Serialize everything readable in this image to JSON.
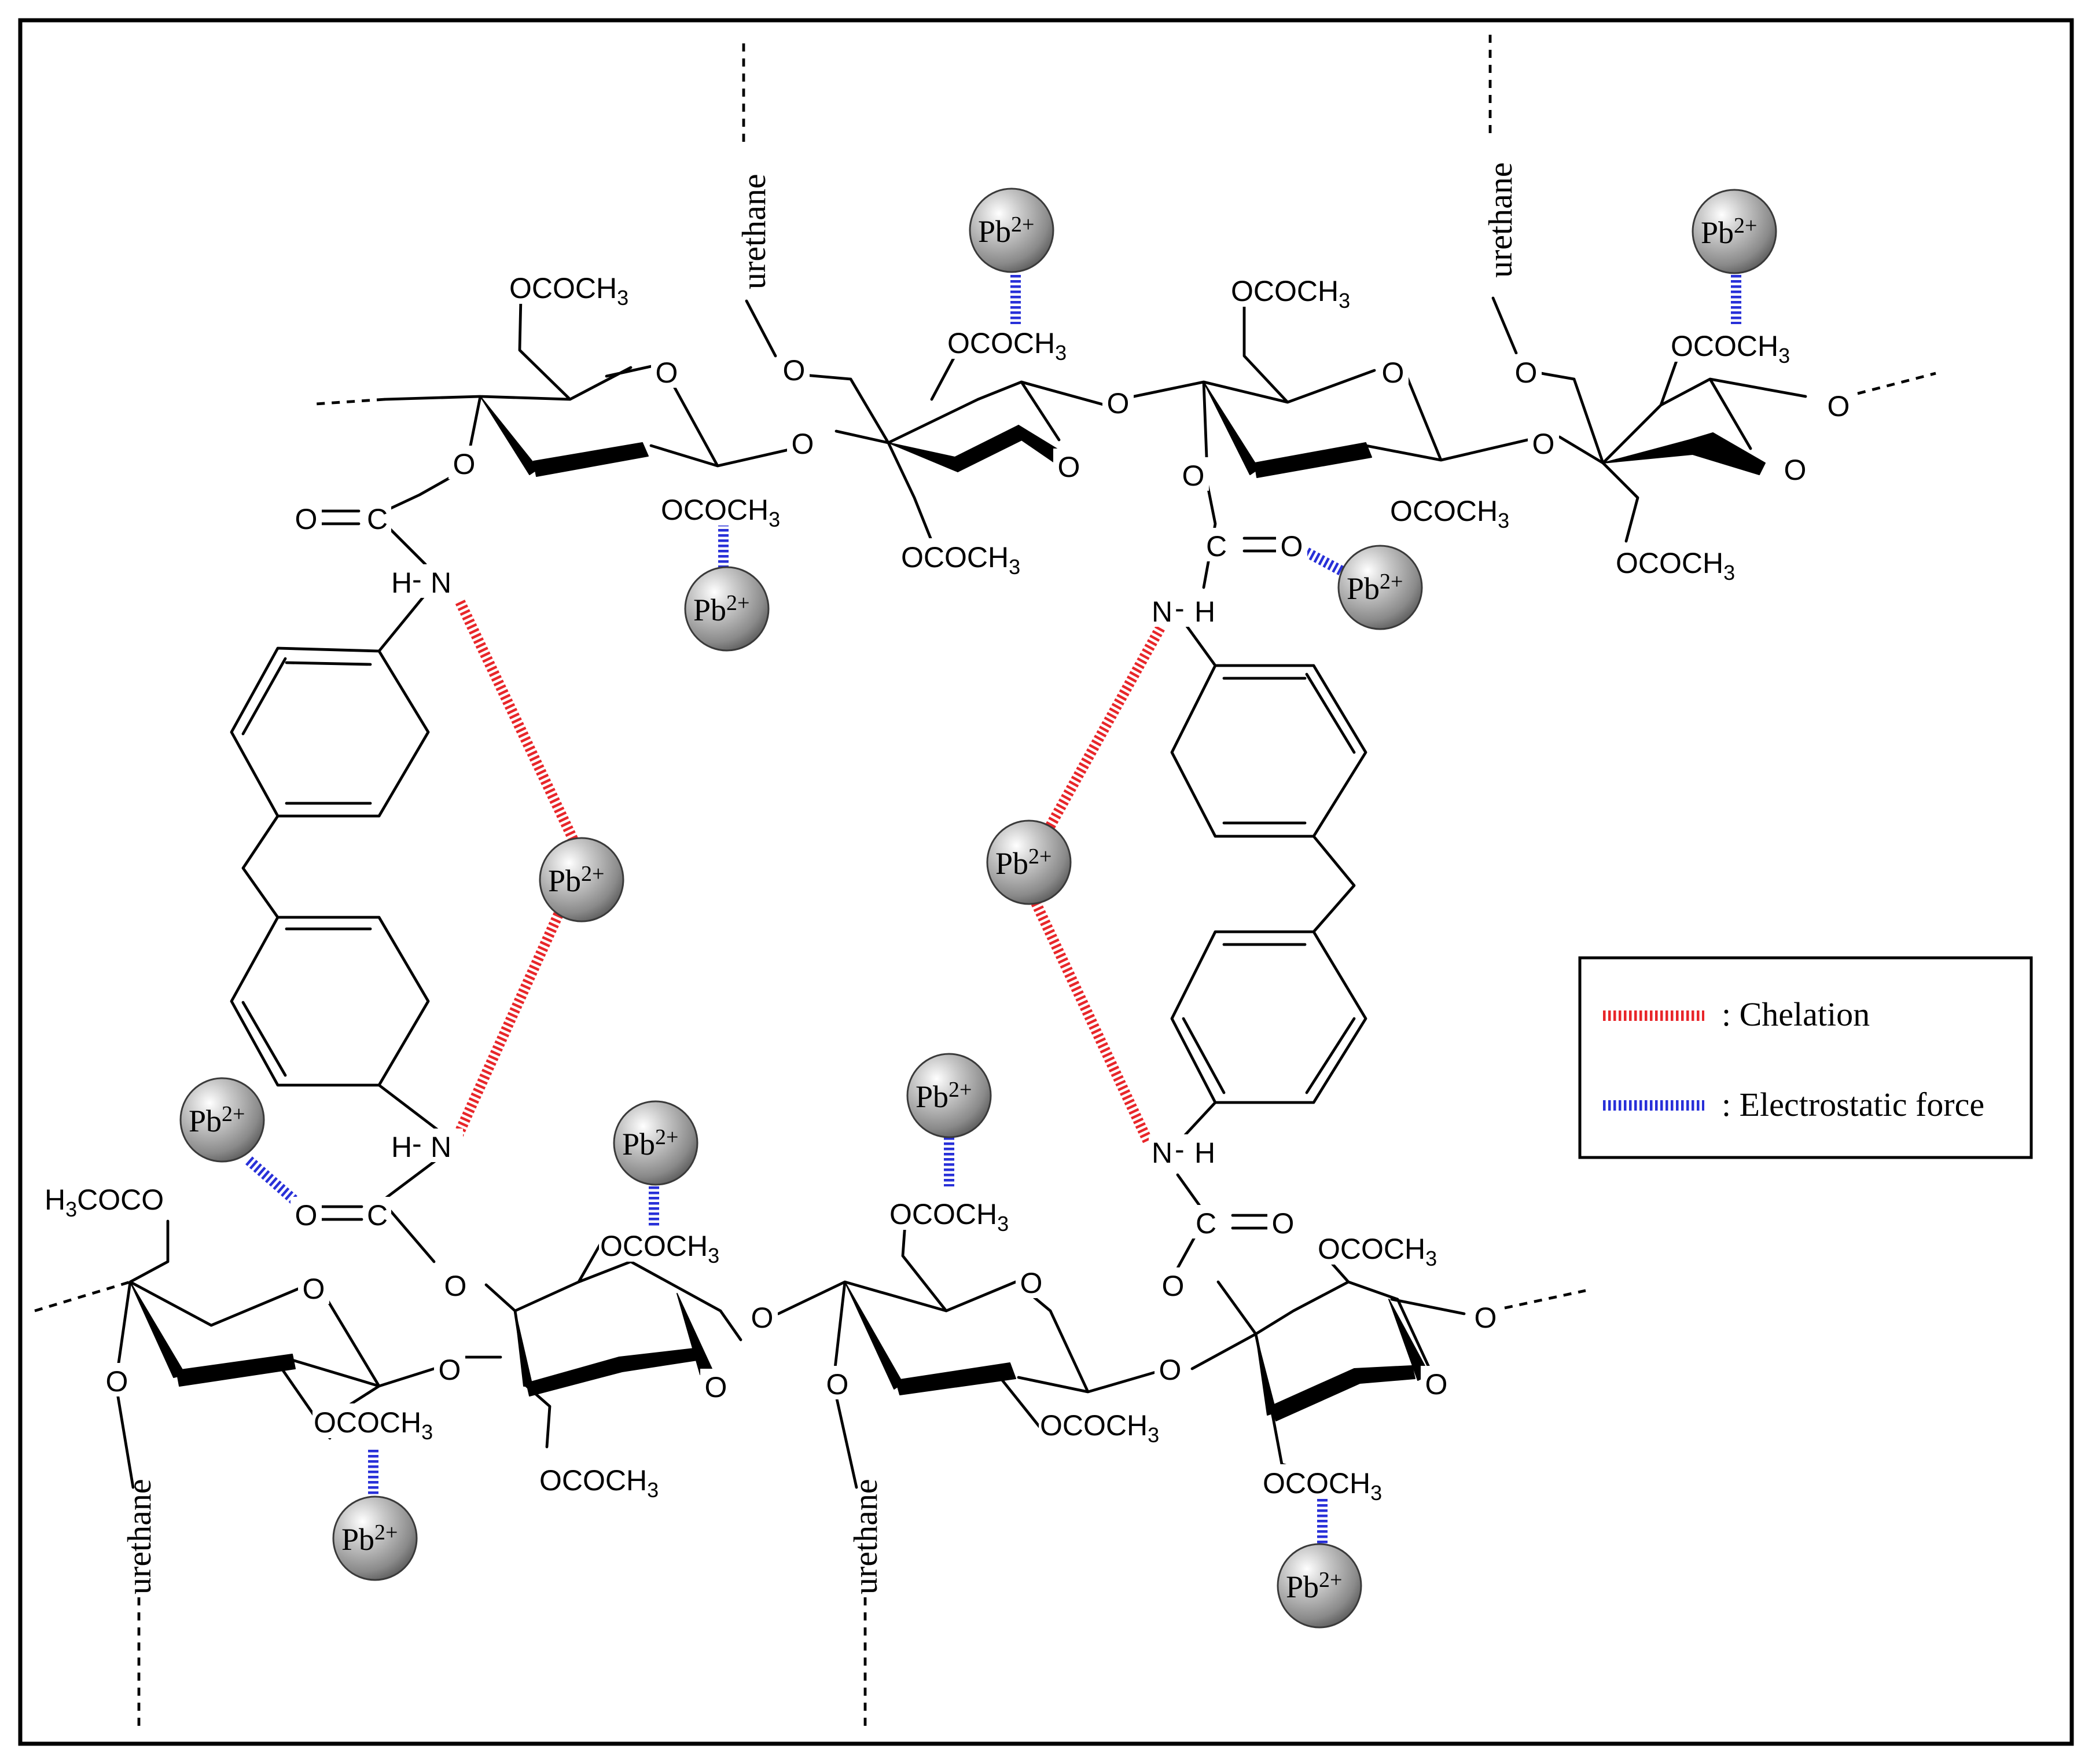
{
  "labels": {
    "ococh3": "OCOCH",
    "sub3": "3",
    "h3coco_h": "H",
    "h3coco_rest": "COCO",
    "o": "O",
    "c": "C",
    "n": "N",
    "h": "H",
    "urethane": "urethane",
    "pb": "Pb",
    "charge": "2+"
  },
  "legend": {
    "chelation": ": Chelation",
    "electrostatic": ": Electrostatic force"
  },
  "colors": {
    "chelation": "#e8262a",
    "electrostatic": "#2830d8",
    "pb_sphere": "#9a9a9a"
  }
}
